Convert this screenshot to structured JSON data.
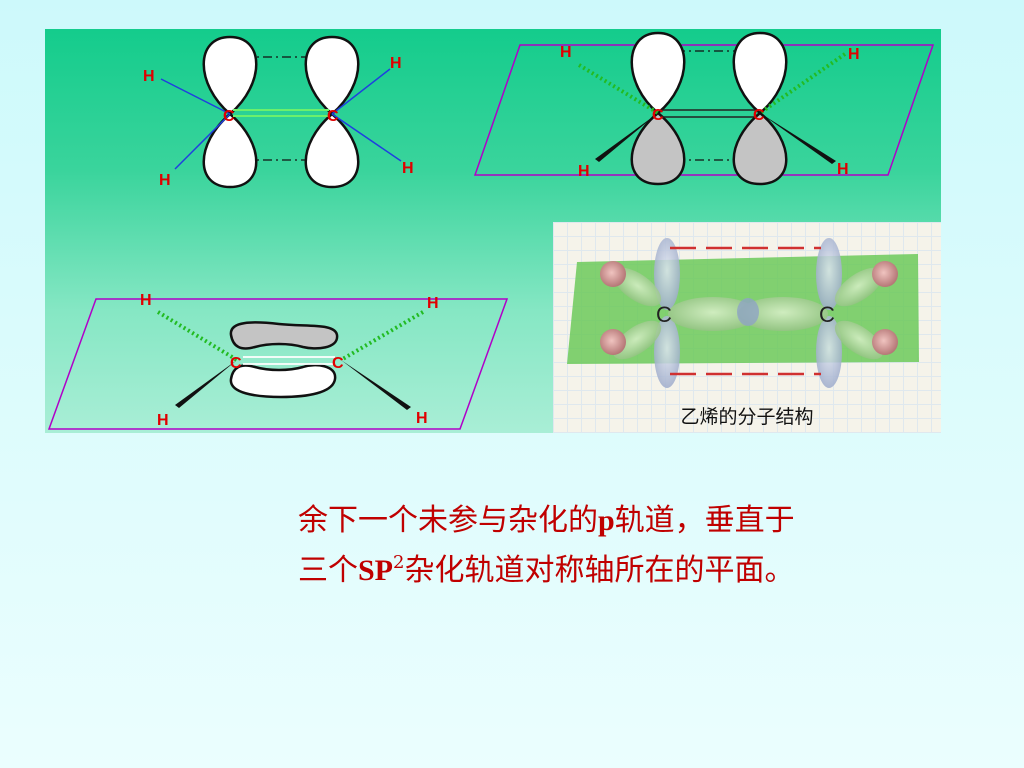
{
  "labels": {
    "carbon": "C",
    "hydrogen": "H"
  },
  "model": {
    "caption": "乙烯的分子结构"
  },
  "text": {
    "line1_a": "余下一个未参与杂化的",
    "line1_p": "p",
    "line1_b": "轨道，垂直于",
    "line2_a": "三个",
    "line2_sp": "SP",
    "line2_sup": "2",
    "line2_b": "杂化轨道对称轴所在的平面。"
  },
  "colors": {
    "text": "#c00000",
    "atom_label": "#e00000",
    "plane_outline": "#b000c8",
    "panel_top": "#14cc8c",
    "panel_bottom": "#a9eed6"
  }
}
